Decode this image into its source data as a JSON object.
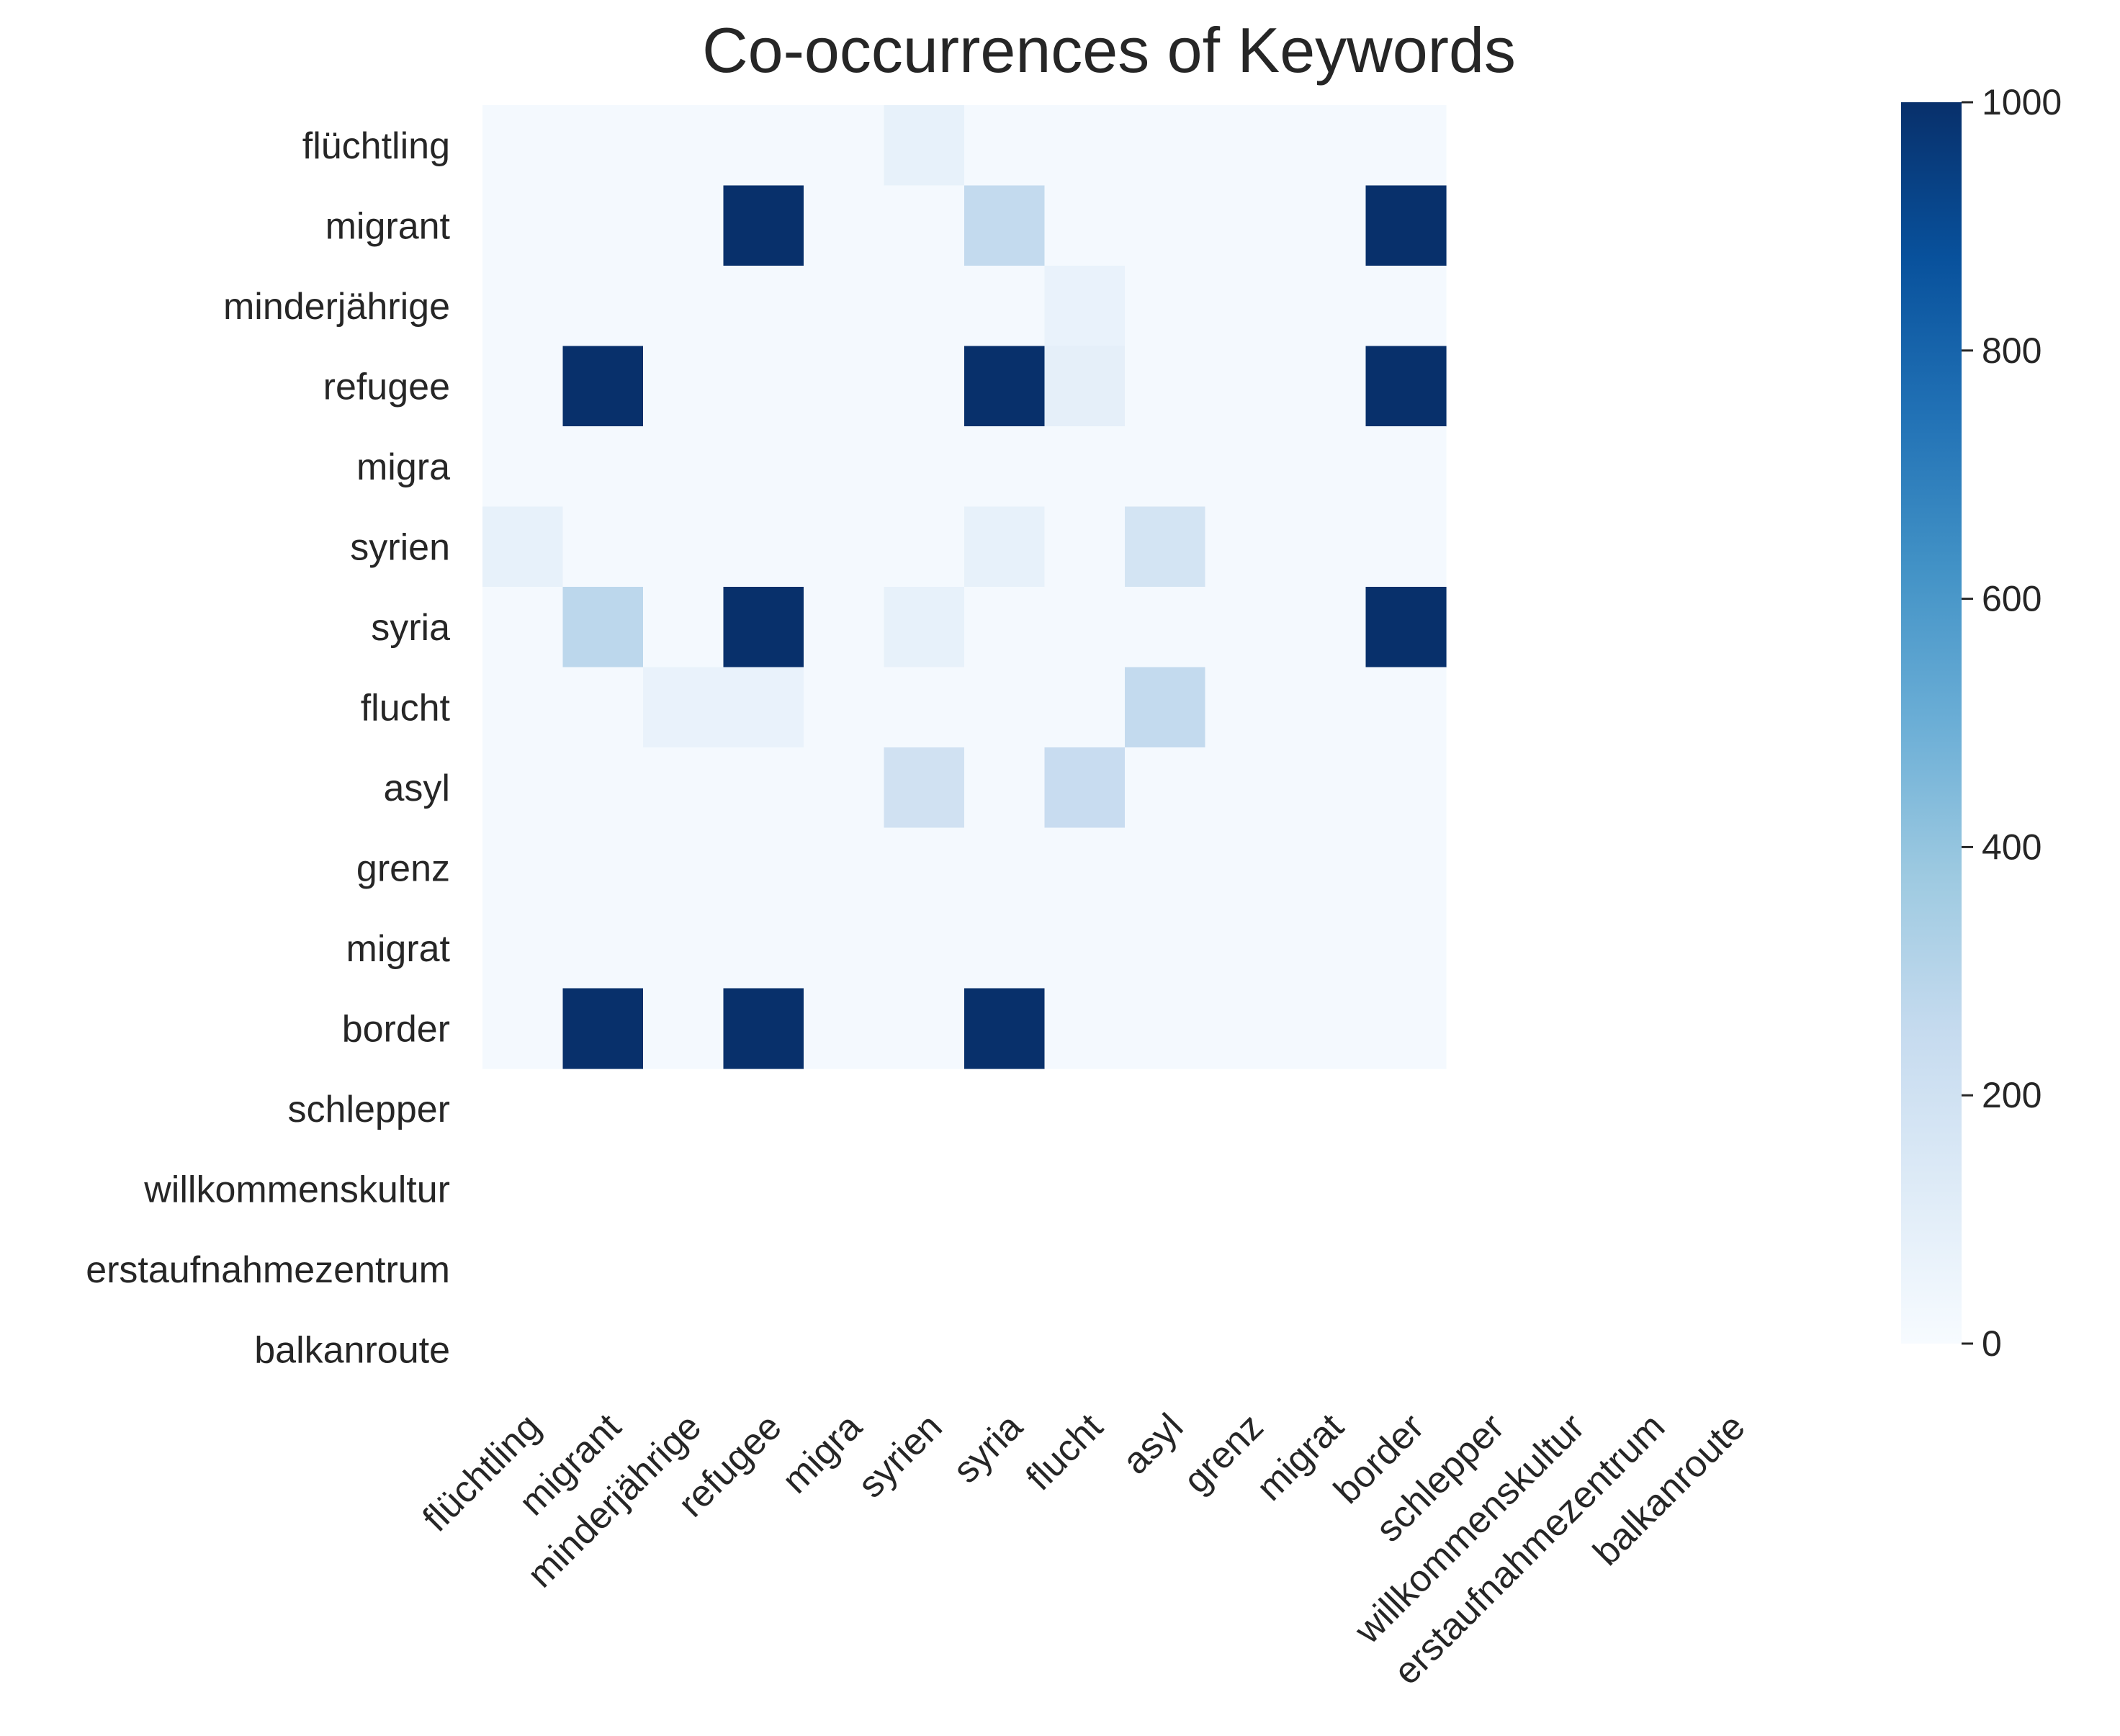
{
  "chart_data": {
    "type": "heatmap",
    "title": "Co-occurrences of Keywords",
    "xlabel": "",
    "ylabel": "",
    "x_categories": [
      "flüchtling",
      "migrant",
      "minderjährige",
      "refugee",
      "migra",
      "syrien",
      "syria",
      "flucht",
      "asyl",
      "grenz",
      "migrat",
      "border",
      "schlepper",
      "willkommenskultur",
      "erstaufnahmezentrum",
      "balkanroute"
    ],
    "y_categories": [
      "flüchtling",
      "migrant",
      "minderjährige",
      "refugee",
      "migra",
      "syrien",
      "syria",
      "flucht",
      "asyl",
      "grenz",
      "migrat",
      "border",
      "schlepper",
      "willkommenskultur",
      "erstaufnahmezentrum",
      "balkanroute"
    ],
    "values": [
      [
        15,
        15,
        15,
        15,
        15,
        80,
        15,
        15,
        15,
        15,
        15,
        15,
        null,
        null,
        null,
        null
      ],
      [
        15,
        15,
        15,
        1000,
        15,
        15,
        260,
        15,
        15,
        15,
        15,
        1000,
        null,
        null,
        null,
        null
      ],
      [
        15,
        15,
        15,
        15,
        15,
        15,
        15,
        70,
        15,
        15,
        15,
        15,
        null,
        null,
        null,
        null
      ],
      [
        15,
        1000,
        15,
        15,
        15,
        15,
        1000,
        90,
        15,
        15,
        15,
        1000,
        null,
        null,
        null,
        null
      ],
      [
        15,
        15,
        15,
        15,
        15,
        15,
        15,
        15,
        15,
        15,
        15,
        15,
        null,
        null,
        null,
        null
      ],
      [
        80,
        15,
        15,
        15,
        15,
        15,
        80,
        15,
        180,
        15,
        15,
        15,
        null,
        null,
        null,
        null
      ],
      [
        15,
        280,
        15,
        1000,
        15,
        80,
        15,
        15,
        15,
        15,
        15,
        1000,
        null,
        null,
        null,
        null
      ],
      [
        15,
        15,
        70,
        70,
        15,
        15,
        15,
        15,
        260,
        15,
        15,
        15,
        null,
        null,
        null,
        null
      ],
      [
        15,
        15,
        15,
        15,
        15,
        200,
        15,
        240,
        15,
        15,
        15,
        15,
        null,
        null,
        null,
        null
      ],
      [
        15,
        15,
        15,
        15,
        15,
        15,
        15,
        15,
        15,
        15,
        15,
        15,
        null,
        null,
        null,
        null
      ],
      [
        15,
        15,
        15,
        15,
        15,
        15,
        15,
        15,
        15,
        15,
        15,
        15,
        null,
        null,
        null,
        null
      ],
      [
        15,
        1000,
        15,
        1000,
        15,
        15,
        1000,
        15,
        15,
        15,
        15,
        15,
        null,
        null,
        null,
        null
      ],
      [
        null,
        null,
        null,
        null,
        null,
        null,
        null,
        null,
        null,
        null,
        null,
        null,
        null,
        null,
        null,
        null
      ],
      [
        null,
        null,
        null,
        null,
        null,
        null,
        null,
        null,
        null,
        null,
        null,
        null,
        null,
        null,
        null,
        null
      ],
      [
        null,
        null,
        null,
        null,
        null,
        null,
        null,
        null,
        null,
        null,
        null,
        null,
        null,
        null,
        null,
        null
      ],
      [
        null,
        null,
        null,
        null,
        null,
        null,
        null,
        null,
        null,
        null,
        null,
        null,
        null,
        null,
        null,
        null
      ]
    ],
    "colorbar": {
      "min": 0,
      "max": 1000,
      "ticks": [
        0,
        200,
        400,
        600,
        800,
        1000
      ],
      "tick_labels": [
        "0",
        "200",
        "400",
        "600",
        "800",
        "1000"
      ]
    },
    "colormap": [
      "#f7fbff",
      "#deebf7",
      "#c6dbef",
      "#9ecae1",
      "#6baed6",
      "#4292c6",
      "#2171b5",
      "#08519c",
      "#08306b"
    ],
    "grid": false,
    "legend": "colorbar-right"
  }
}
